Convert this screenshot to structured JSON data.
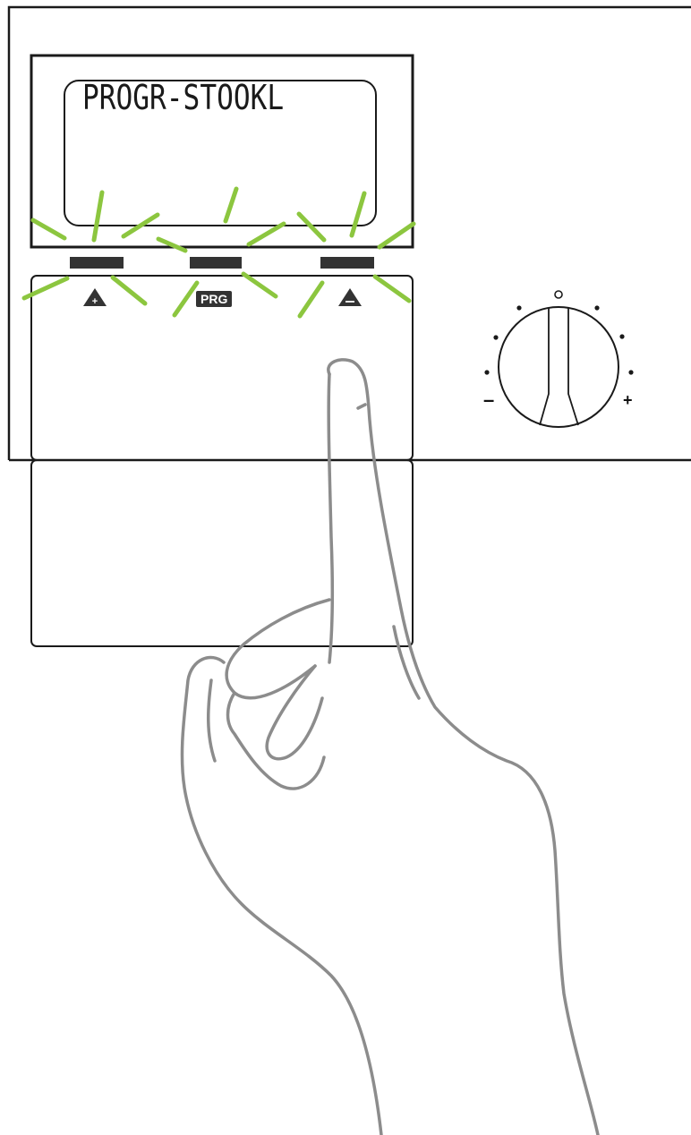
{
  "display": {
    "text": "PROGR-STOOKL"
  },
  "buttons": [
    {
      "id": "plus",
      "icon": "triangle-up-plus-icon",
      "label": ""
    },
    {
      "id": "prg",
      "icon": "prg-label",
      "label": "PRG"
    },
    {
      "id": "minus",
      "icon": "triangle-up-minus-icon",
      "label": ""
    }
  ],
  "knob": {
    "minus_label": "–",
    "plus_label": "+"
  },
  "colors": {
    "highlight": "#8cc63f",
    "outline": "#1a1a1a",
    "hand": "#8c8c8c",
    "key": "#333333"
  }
}
